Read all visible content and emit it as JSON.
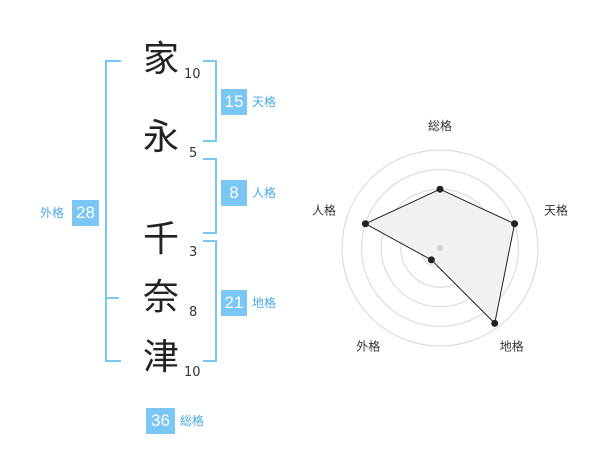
{
  "name": {
    "chars": [
      {
        "char": "家",
        "strokes": "10"
      },
      {
        "char": "永",
        "strokes": "5"
      },
      {
        "char": "千",
        "strokes": "3"
      },
      {
        "char": "奈",
        "strokes": "8"
      },
      {
        "char": "津",
        "strokes": "10"
      }
    ]
  },
  "kakusu": {
    "tenkaku": {
      "value": "15",
      "label": "天格"
    },
    "jinkaku": {
      "value": "8",
      "label": "人格"
    },
    "chikaku": {
      "value": "21",
      "label": "地格"
    },
    "gaikaku": {
      "value": "28",
      "label": "外格"
    },
    "soukaku": {
      "value": "36",
      "label": "総格"
    }
  },
  "colors": {
    "accent": "#7cc6f3",
    "label": "#4aa9e6",
    "radar_fill": "#f0f0f0"
  },
  "chart_data": {
    "type": "radar",
    "axes": [
      "総格",
      "天格",
      "地格",
      "外格",
      "人格"
    ],
    "values": [
      0.6,
      0.8,
      0.95,
      0.15,
      0.8
    ],
    "rlim": [
      0,
      1
    ]
  }
}
